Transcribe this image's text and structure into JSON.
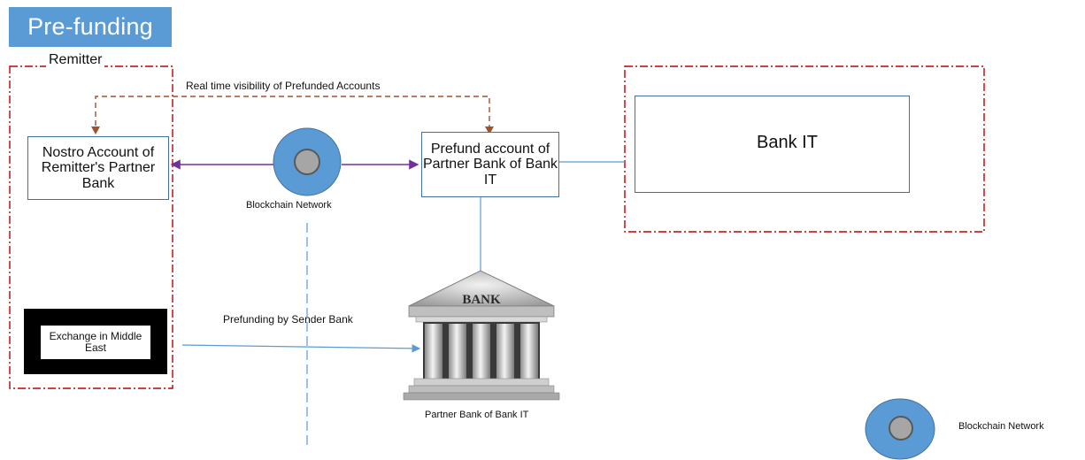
{
  "title": "Pre-funding",
  "remitter_group": {
    "label": "Remitter"
  },
  "boxes": {
    "nostro_account": "Nostro Account of Remitter's Partner Bank",
    "prefund_account": "Prefund account of Partner Bank of Bank IT",
    "bank_it": "Bank IT",
    "exchange": "Exchange in Middle East"
  },
  "labels": {
    "realtime_visibility": "Real time visibility of Prefunded Accounts",
    "blockchain_network": "Blockchain Network",
    "prefunding_by_sender": "Prefunding by Sender Bank",
    "partner_bank": "Partner Bank of Bank IT",
    "legend_blockchain": "Blockchain Network"
  },
  "bank_building": {
    "sign": "BANK"
  },
  "icons": {
    "lock": "padlock-icon",
    "blockchain": "blockchain-node-icon",
    "bank": "bank-building-icon"
  },
  "colors": {
    "title_bg": "#5b9bd5",
    "group_border": "#c00000",
    "box_border": "#41719c",
    "connector_blue": "#5b9bd5",
    "connector_purple": "#7030a0",
    "visibility_arrow": "#a0522d",
    "lock": "#1aa3dc"
  }
}
